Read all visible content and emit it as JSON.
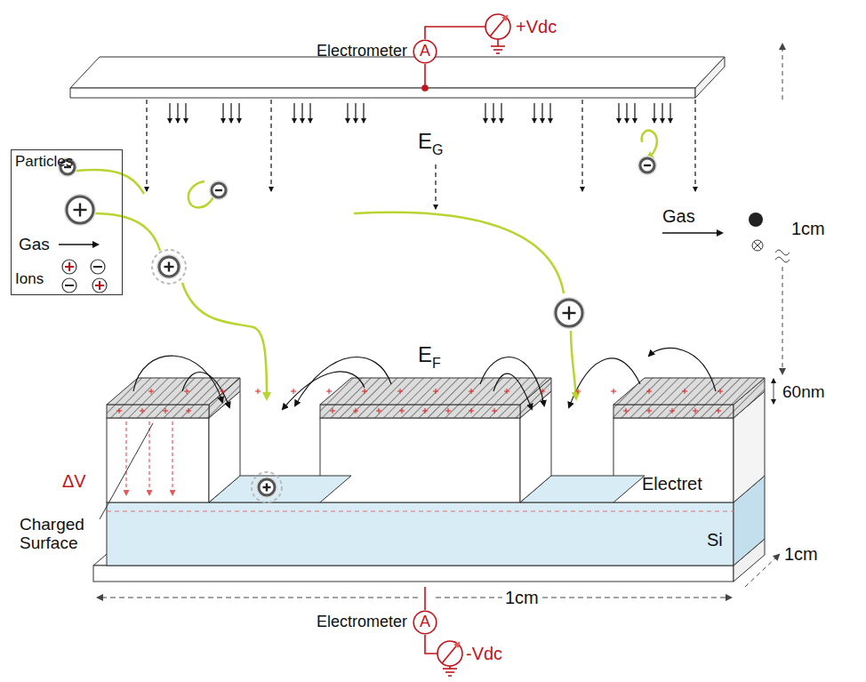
{
  "diagram": {
    "nodes": [
      {
        "text": [
          "Electrometer",
          "A"
        ]
      },
      {
        "text": [
          "Particles",
          "Gas",
          "Ions"
        ]
      },
      {
        "text": [
          "Electrometer",
          "A"
        ]
      }
    ],
    "labels": [
      "+Vdc",
      "E",
      "G",
      "Gas",
      "1cm",
      "E",
      "F",
      "60nm",
      "ΔV",
      "Charged Surface",
      "Electret",
      "Si",
      "1cm",
      "1cm",
      "-Vdc"
    ]
  }
}
